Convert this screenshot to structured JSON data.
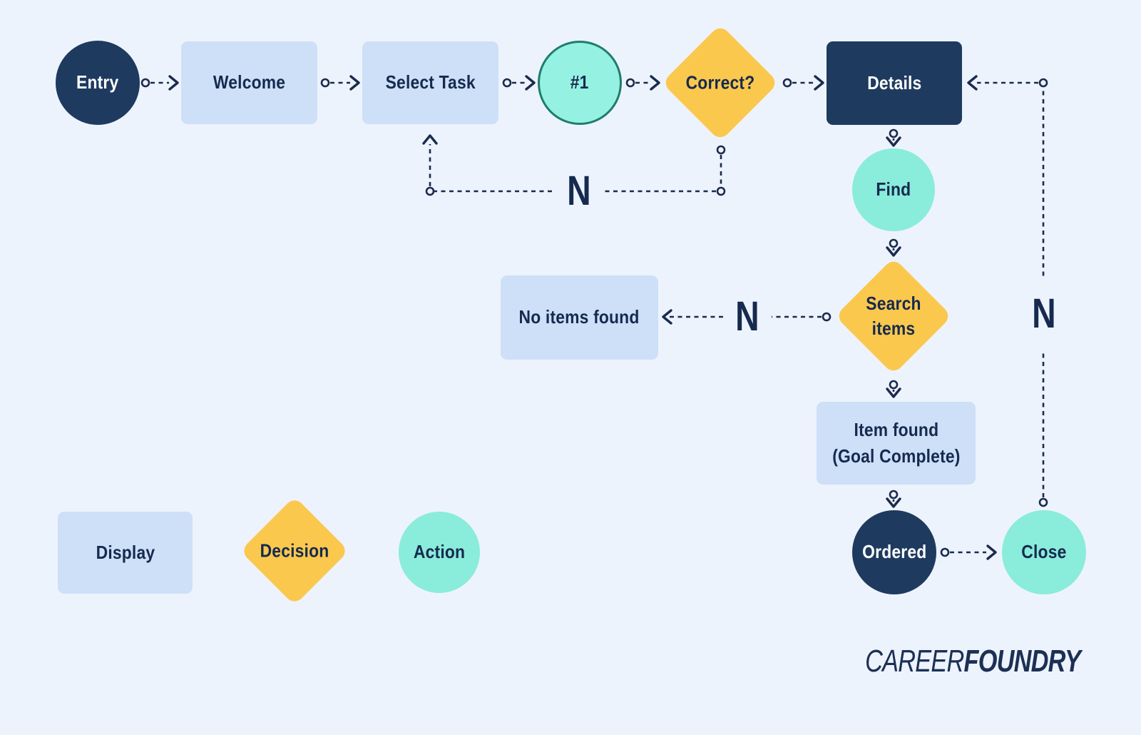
{
  "colors": {
    "background": "#EDF3FC",
    "navy_shape": "#1E3A5F",
    "light_blue_shape": "#CDE0F8",
    "teal_shape": "#8AECDB",
    "teal_outline": "#1E7D6E",
    "yellow_shape": "#FBC84E",
    "text_navy": "#152A4E",
    "connector_line": "#1B2B4D"
  },
  "flowchart": {
    "nodes": {
      "entry": {
        "label": "Entry",
        "shape": "circle"
      },
      "welcome": {
        "label": "Welcome",
        "shape": "rect"
      },
      "select_task": {
        "label": "Select Task",
        "shape": "rect"
      },
      "step_1": {
        "label": "#1",
        "shape": "circle"
      },
      "correct": {
        "label": "Correct?",
        "shape": "diamond"
      },
      "details": {
        "label": "Details",
        "shape": "rect"
      },
      "find": {
        "label": "Find",
        "shape": "circle"
      },
      "search_items": {
        "label": "Search items",
        "shape": "diamond"
      },
      "no_items_found": {
        "label": "No items found",
        "shape": "rect"
      },
      "item_found": {
        "line1": "Item found",
        "line2": "(Goal Complete)",
        "shape": "rect"
      },
      "ordered": {
        "label": "Ordered",
        "shape": "circle"
      },
      "close": {
        "label": "Close",
        "shape": "circle"
      }
    },
    "edge_labels": {
      "correct_to_select_task": "N",
      "search_to_no_items": "N",
      "close_to_details": "N"
    }
  },
  "legend": {
    "display": {
      "label": "Display",
      "shape": "rect"
    },
    "decision": {
      "label": "Decision",
      "shape": "diamond"
    },
    "action": {
      "label": "Action",
      "shape": "circle"
    }
  },
  "branding": {
    "logo_light": "CAREER",
    "logo_bold": "FOUNDRY"
  }
}
